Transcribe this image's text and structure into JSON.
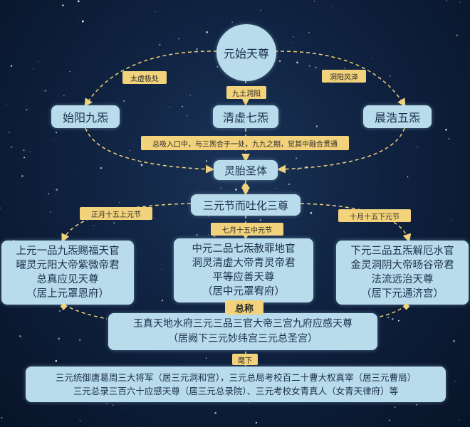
{
  "root": "元始天尊",
  "second_level": {
    "left": "始阳九炁",
    "center": "清虚七炁",
    "right": "晨浩五炁"
  },
  "edge_labels": {
    "root_left": "太虚极处",
    "root_center": "九土洞阳",
    "root_right": "洞阳风泽",
    "merge": "总吸入口中，与三炁合于一处，九九之期，觉其中融合贯通",
    "upper": "正月十五上元节",
    "middle": "七月十五中元节",
    "lower": "十月十五下元节",
    "collective": "总称",
    "below": "麾下"
  },
  "holy_body": "灵胎圣体",
  "three_transform": "三元节而吐化三尊",
  "three_officials": [
    {
      "lines": [
        "上元一品九炁赐福天官",
        "曜灵元阳大帝紫微帝君",
        "总真应见天尊",
        "（居上元罩恩府）"
      ]
    },
    {
      "lines": [
        "中元二品七炁赦罪地官",
        "洞灵清虚大帝青灵帝君",
        "平等应善天尊",
        "（居中元罩宥府）"
      ]
    },
    {
      "lines": [
        "下元三品五炁解厄水官",
        "金灵洞阴大帝旸谷帝君",
        "法流远治天尊",
        "（居下元通济宫）"
      ]
    }
  ],
  "collective_title": {
    "lines": [
      "玉真天地水府三元三品三官大帝三宫九府应感天尊",
      "（居阙下三元妙纬宫三元总圣宫）"
    ]
  },
  "subordinates": {
    "lines": [
      "三元统御唐葛周三大将军（居三元洞和宫），三元总局考校百二十曹大权真宰（居三元曹局）",
      "三元总录三百六十应感天尊（居三元总录院）、三元考校女青真人（女青天律府）等"
    ]
  }
}
